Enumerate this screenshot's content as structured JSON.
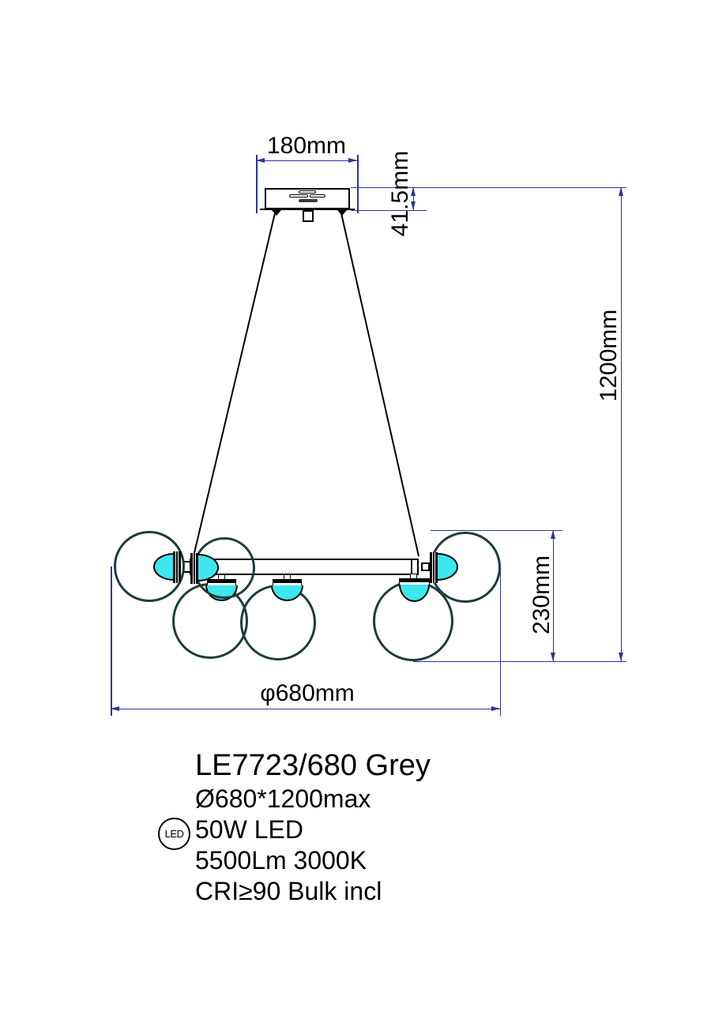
{
  "product": {
    "model": "LE7723/680 Grey",
    "size": "Ø680*1200max",
    "led_badge": "LED",
    "power": "50W LED",
    "output": "5500Lm 3000K",
    "cri": "CRI≥90 Bulk incl"
  },
  "dimensions": {
    "canopy_width": "180mm",
    "canopy_height": "41.5mm",
    "max_height": "1200mm",
    "body_height": "230mm",
    "diameter": "φ680mm"
  },
  "colors": {
    "dimension_blue": "#2b3499",
    "glass_outline": "#1f3c3c",
    "bulb_cyan": "#3ee6ee",
    "drawing_black": "#000000"
  }
}
